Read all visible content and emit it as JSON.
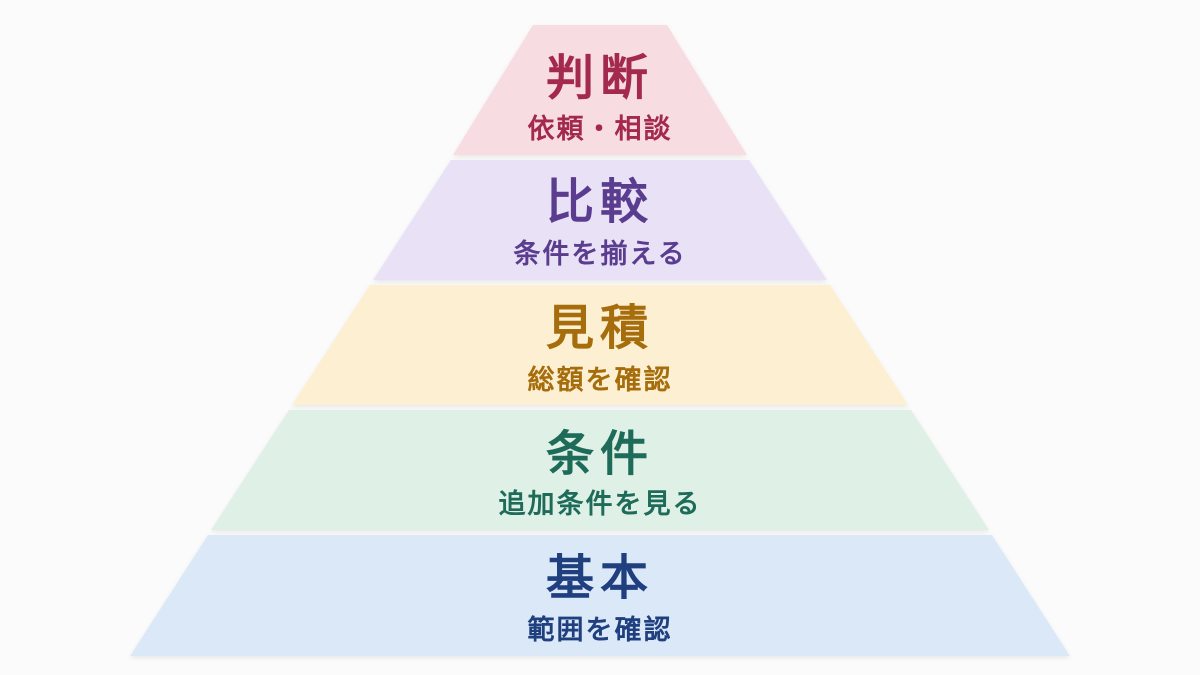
{
  "pyramid": {
    "tiers": [
      {
        "title": "判断",
        "subtitle": "依頼・相談",
        "fill": "#f7dce2",
        "text_color": "#a3294f"
      },
      {
        "title": "比較",
        "subtitle": "条件を揃える",
        "fill": "#e9e2f7",
        "text_color": "#5b3d8f"
      },
      {
        "title": "見積",
        "subtitle": "総額を確認",
        "fill": "#fdefd2",
        "text_color": "#a66d0c"
      },
      {
        "title": "条件",
        "subtitle": "追加条件を見る",
        "fill": "#dff0e6",
        "text_color": "#1f6b5a"
      },
      {
        "title": "基本",
        "subtitle": "範囲を確認",
        "fill": "#dbe8f8",
        "text_color": "#1f3f7f"
      }
    ]
  }
}
